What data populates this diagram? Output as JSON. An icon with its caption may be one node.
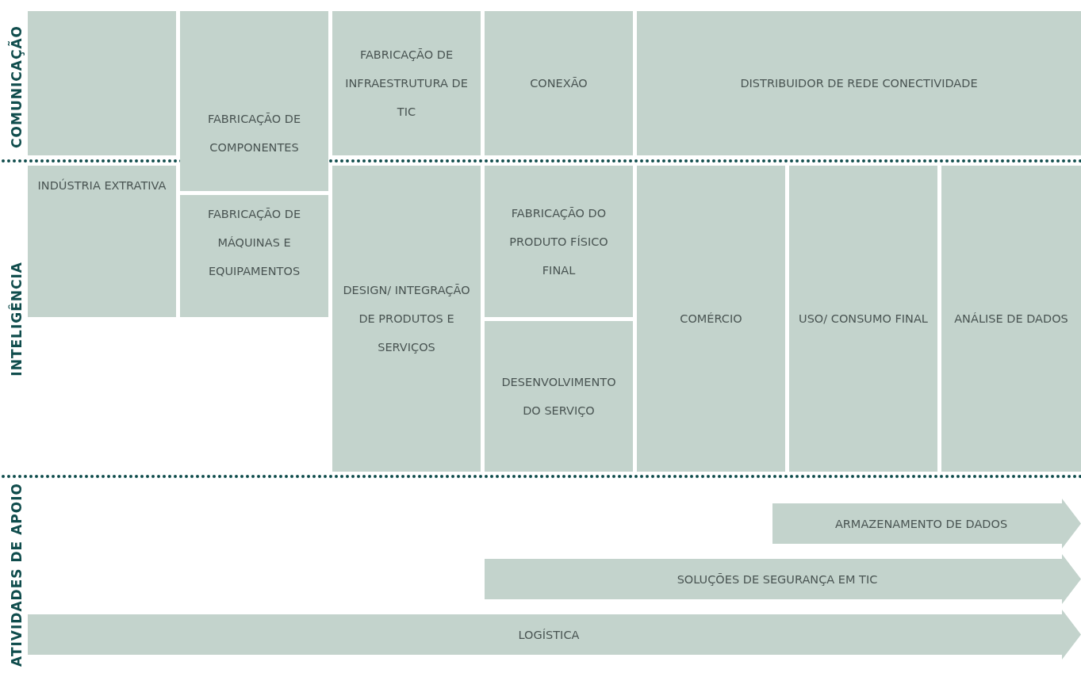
{
  "diagram": {
    "nodes": [
      {
        "text": [],
        "shape": "box"
      },
      {
        "text": [
          "FABRICAÇÃO DE COMPONENTES"
        ]
      },
      {
        "text": [
          "FABRICAÇÃO DE INFRAESTRUTURA DE TIC"
        ]
      },
      {
        "text": [
          "CONEXÃO"
        ]
      },
      {
        "text": [
          "DISTRIBUIDOR DE REDE CONECTIVIDADE"
        ]
      },
      {
        "text": [
          "INDÚSTRIA EXTRATIVA"
        ]
      },
      {
        "text": [
          "FABRICAÇÃO DE MÁQUINAS E EQUIPAMENTOS"
        ]
      },
      {
        "text": [
          "DESIGN/ INTEGRAÇÃO DE PRODUTOS E SERVIÇOS"
        ]
      },
      {
        "text": [
          "FABRICAÇÃO DO PRODUTO FÍSICO FINAL"
        ]
      },
      {
        "text": [
          "DESENVOLVIMENTO DO SERVIÇO"
        ]
      },
      {
        "text": [
          "COMÉRCIO"
        ]
      },
      {
        "text": [
          "USO/ CONSUMO FINAL"
        ]
      },
      {
        "text": [
          "ANÁLISE DE DADOS"
        ]
      },
      {
        "text": [
          "ARMAZENAMENTO DE DADOS"
        ]
      },
      {
        "text": [
          "SOLUÇÕES DE SEGURANÇA EM TIC"
        ]
      },
      {
        "text": [
          "LOGÍSTICA"
        ]
      }
    ],
    "labels": [
      "COMUNICAÇÃO",
      "INTELIGÊNCIA",
      "ATIVIDADES DE APOIO"
    ]
  }
}
